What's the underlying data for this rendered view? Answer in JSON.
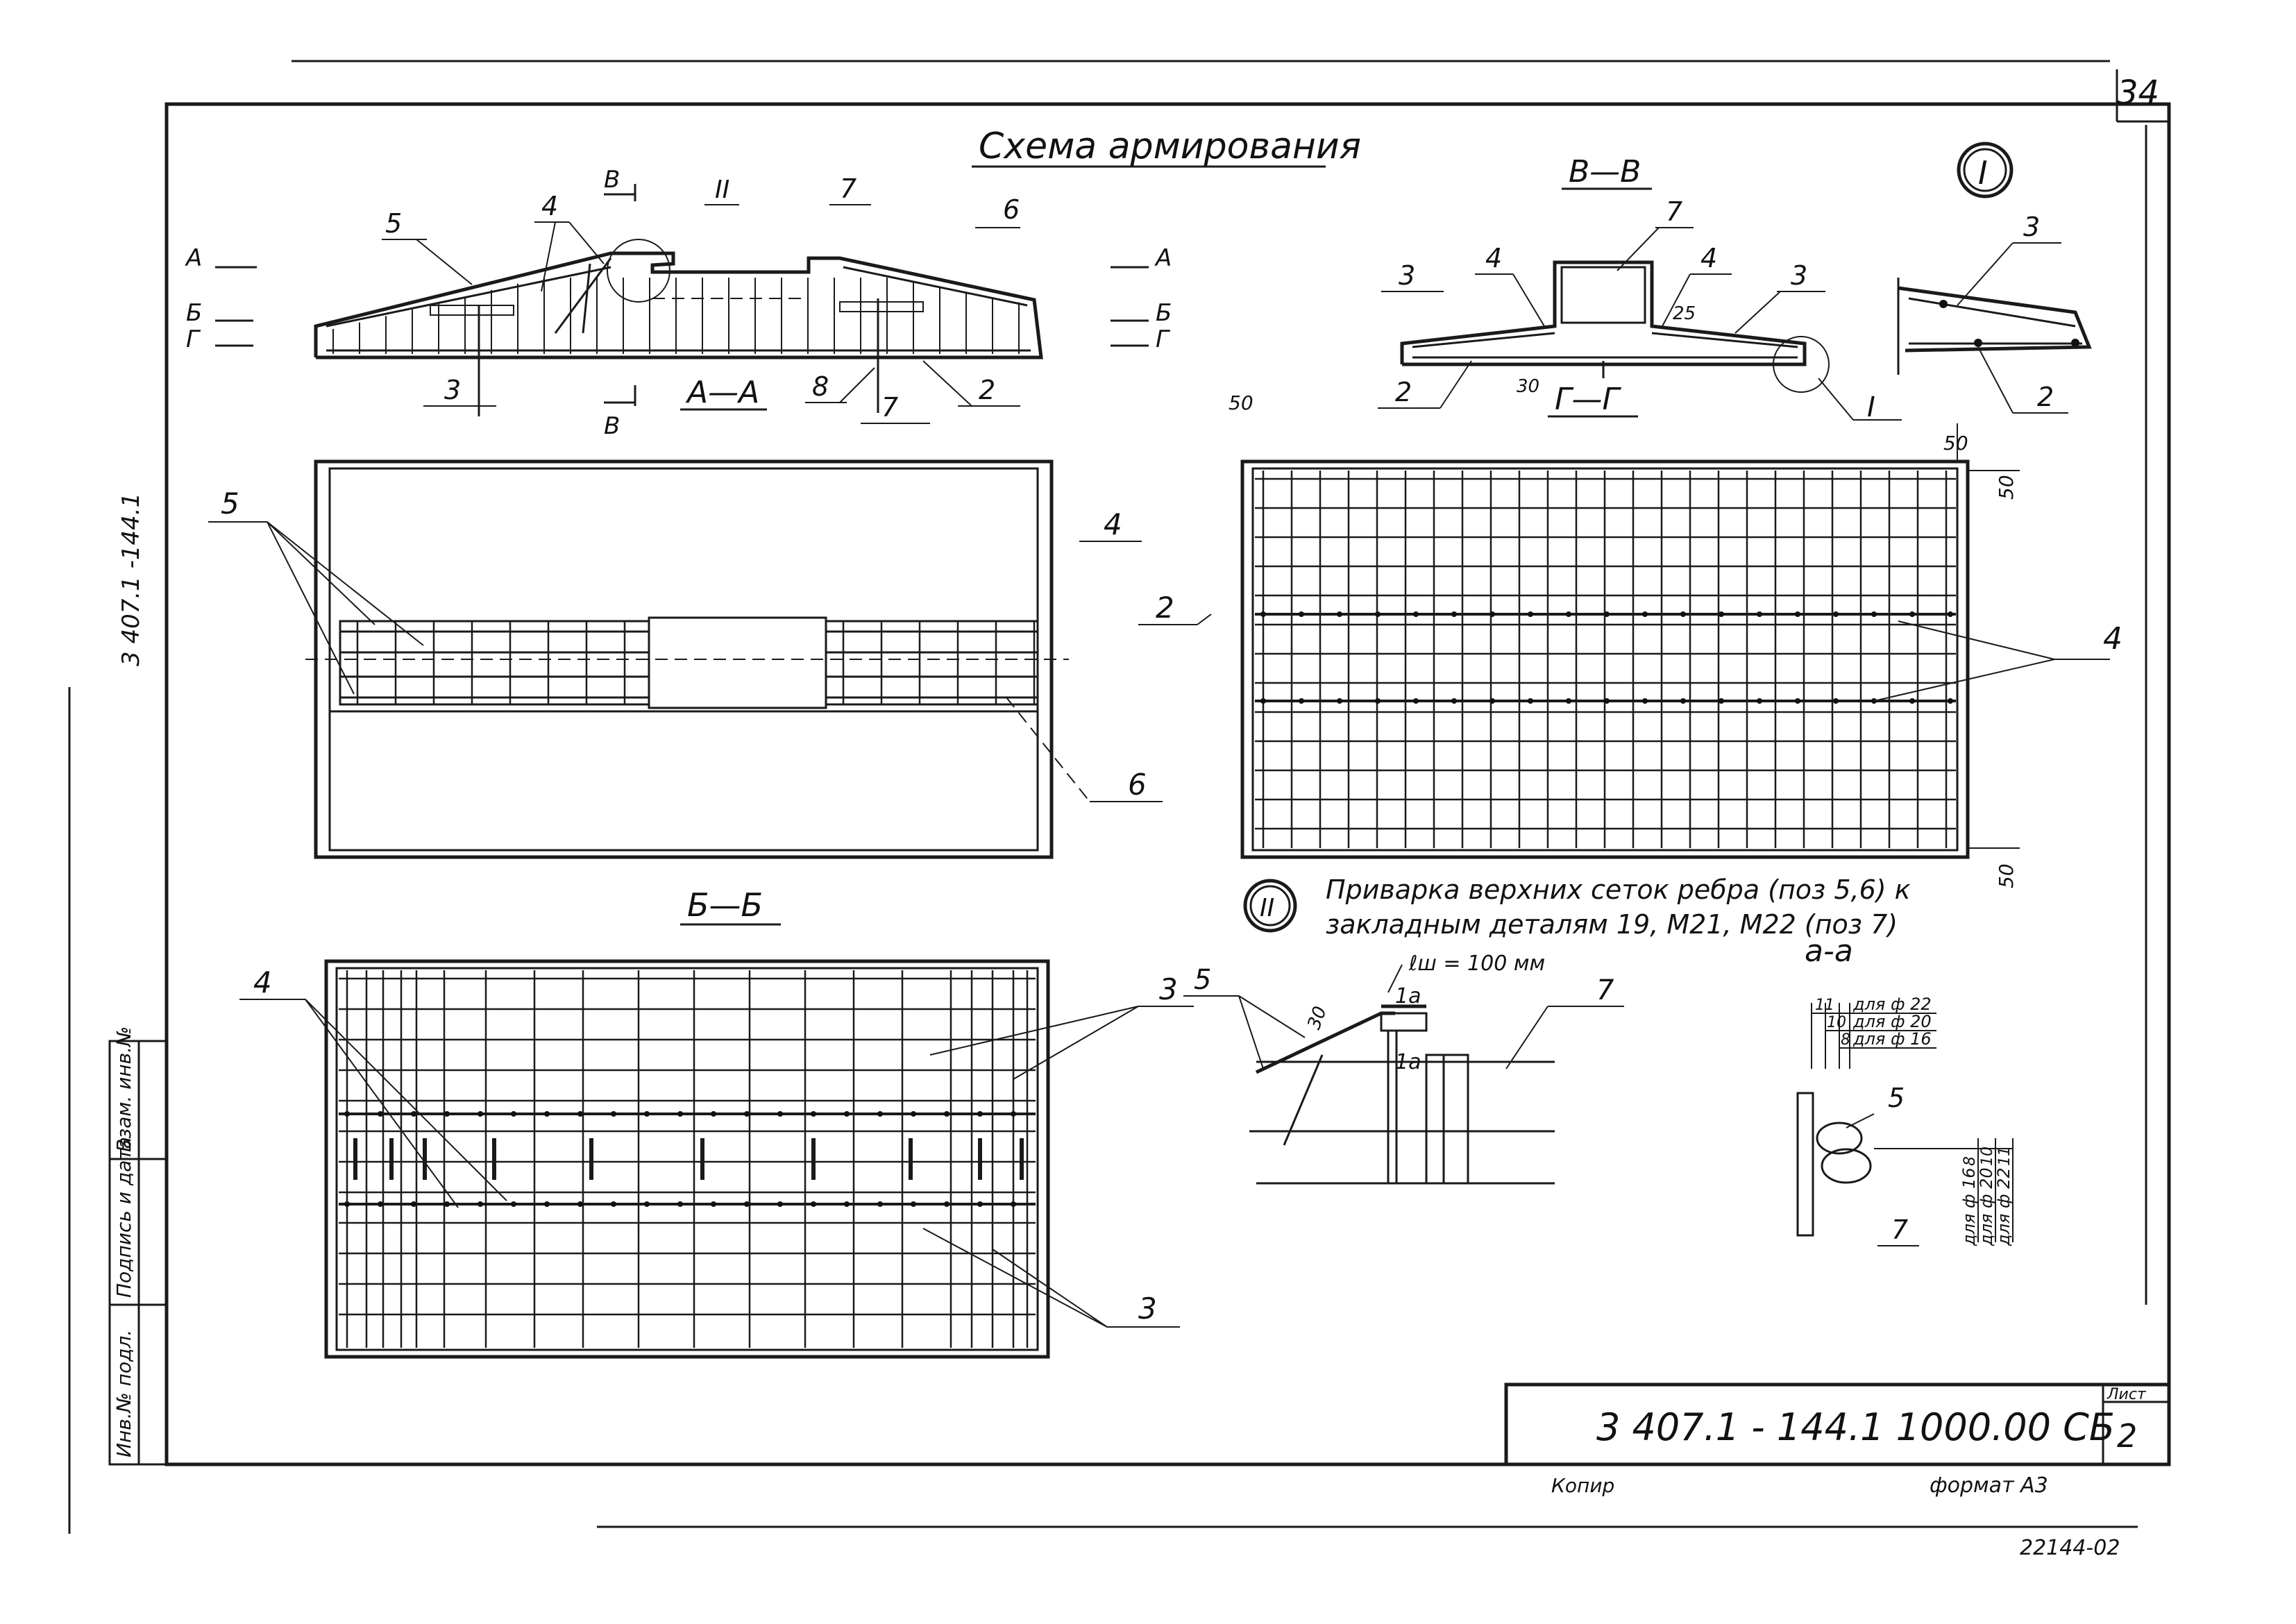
{
  "sheet": {
    "top_right_number": "34",
    "title": "Схема армирования",
    "side_code": "3 407.1 -144.1",
    "title_block": {
      "code": "3 407.1 - 144.1  1000.00 СБ",
      "sheet_label": "Лист",
      "sheet_no": "2",
      "copied": "Копир",
      "format": "формат А3",
      "order": "22144-02"
    },
    "left_columns": [
      "Инв.№ подл.",
      "Подпись и дата",
      "Взам. инв.№"
    ]
  },
  "views": {
    "section_aa": "А—А",
    "section_vv": "В—В",
    "section_gg": "Г—Г",
    "section_bb": "Б—Б",
    "node_I": "I",
    "node_II": "II",
    "cut_A": "А",
    "cut_B": "Б",
    "cut_G": "Г",
    "cut_V": "В"
  },
  "note": {
    "line1": "Приварка верхних сеток ребра (поз 5,6) к",
    "line2": "закладным деталям 19, М21, М22 (поз 7)",
    "weld_length": "ℓш = 100 мм",
    "section_a_label": "а-а",
    "dia22": "для ф 22",
    "dia20": "для ф 20",
    "dia16": "для ф 16",
    "dim_11": "11",
    "dim_10": "10",
    "dim_8": "8",
    "dim_30": "30",
    "dim_25": "25",
    "dim_50": "50",
    "la": "1а"
  },
  "positions": [
    "2",
    "3",
    "4",
    "5",
    "6",
    "7",
    "8"
  ]
}
